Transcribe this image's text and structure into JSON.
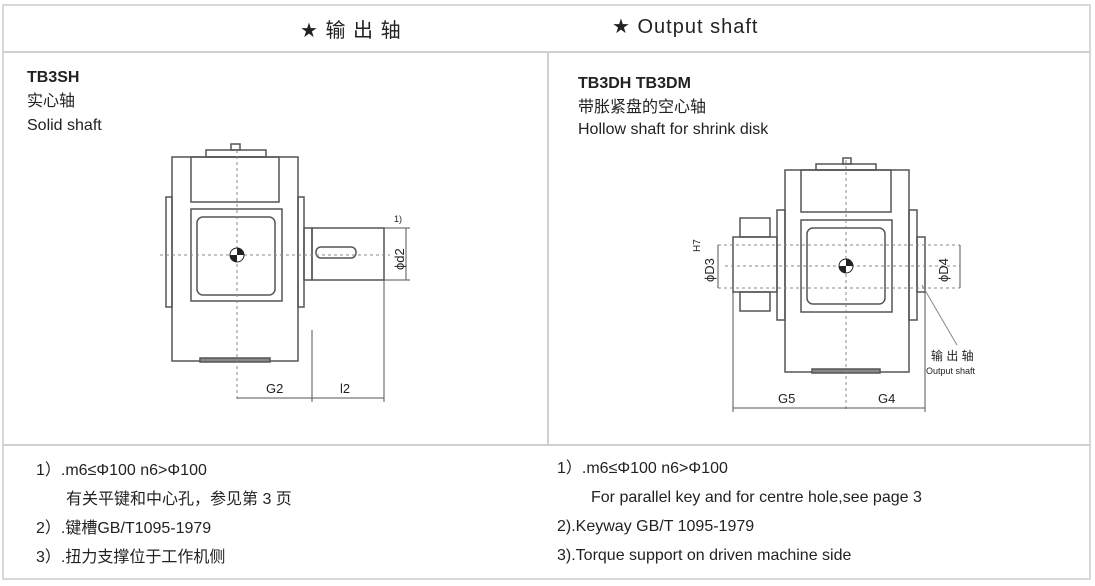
{
  "header": {
    "left_title": "★  输  出  轴",
    "right_title": "★  Output shaft"
  },
  "left_panel": {
    "model": "TB3SH",
    "name_cn": "实心轴",
    "name_en": "Solid shaft",
    "labels": {
      "d2": "ϕd2",
      "note1": "1)",
      "g2": "G2",
      "l2": "l2"
    }
  },
  "right_panel": {
    "model": "TB3DH   TB3DM",
    "name_cn": "带胀紧盘的空心轴",
    "name_en": "Hollow shaft for shrink disk",
    "labels": {
      "d3": "ϕD3",
      "h7": "H7",
      "d4": "ϕD4",
      "g5": "G5",
      "g4": "G4",
      "output_cn": "输 出 轴",
      "output_en": "Output shaft"
    }
  },
  "notes_cn": [
    "1）.m6≤Φ100   n6>Φ100",
    "有关平键和中心孔，参见第  3  页",
    "2）.键槽GB/T1095-1979",
    "3）.扭力支撑位于工作机侧"
  ],
  "notes_en": [
    "1）.m6≤Φ100   n6>Φ100",
    "For parallel key and for centre hole,see page  3",
    "2).Keyway GB/T 1095-1979",
    "3).Torque support on driven machine side"
  ]
}
